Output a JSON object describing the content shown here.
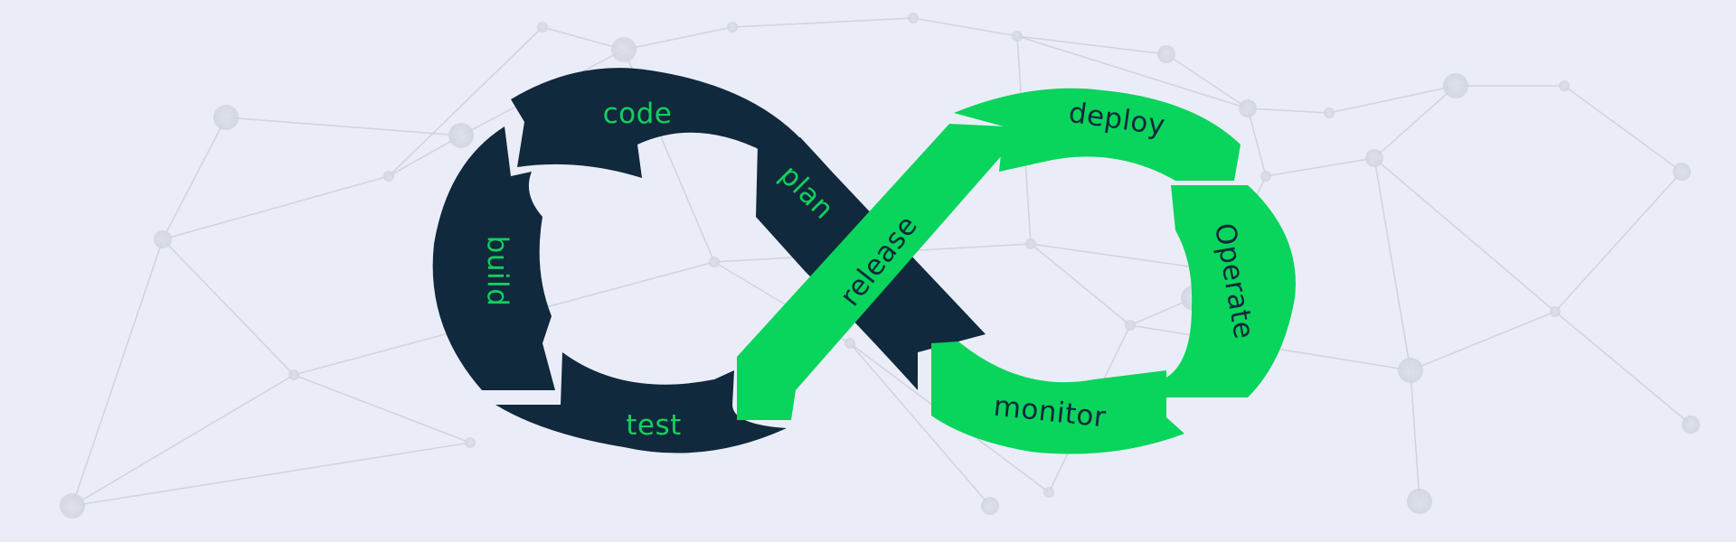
{
  "colors": {
    "background": "#eaedf8",
    "dark_loop": "#10293c",
    "green_loop": "#09d45c",
    "dark_label": "#13cf5e",
    "green_label": "#10293c",
    "network_line": "#c9ccd6",
    "network_node": "#d3d6e0"
  },
  "stages": {
    "code": "code",
    "build": "build",
    "test": "test",
    "plan": "plan",
    "release": "release",
    "deploy": "deploy",
    "operate": "Operate",
    "monitor": "monitor"
  },
  "icons": [
    "infinity-loop-icon",
    "network-graph-icon"
  ]
}
